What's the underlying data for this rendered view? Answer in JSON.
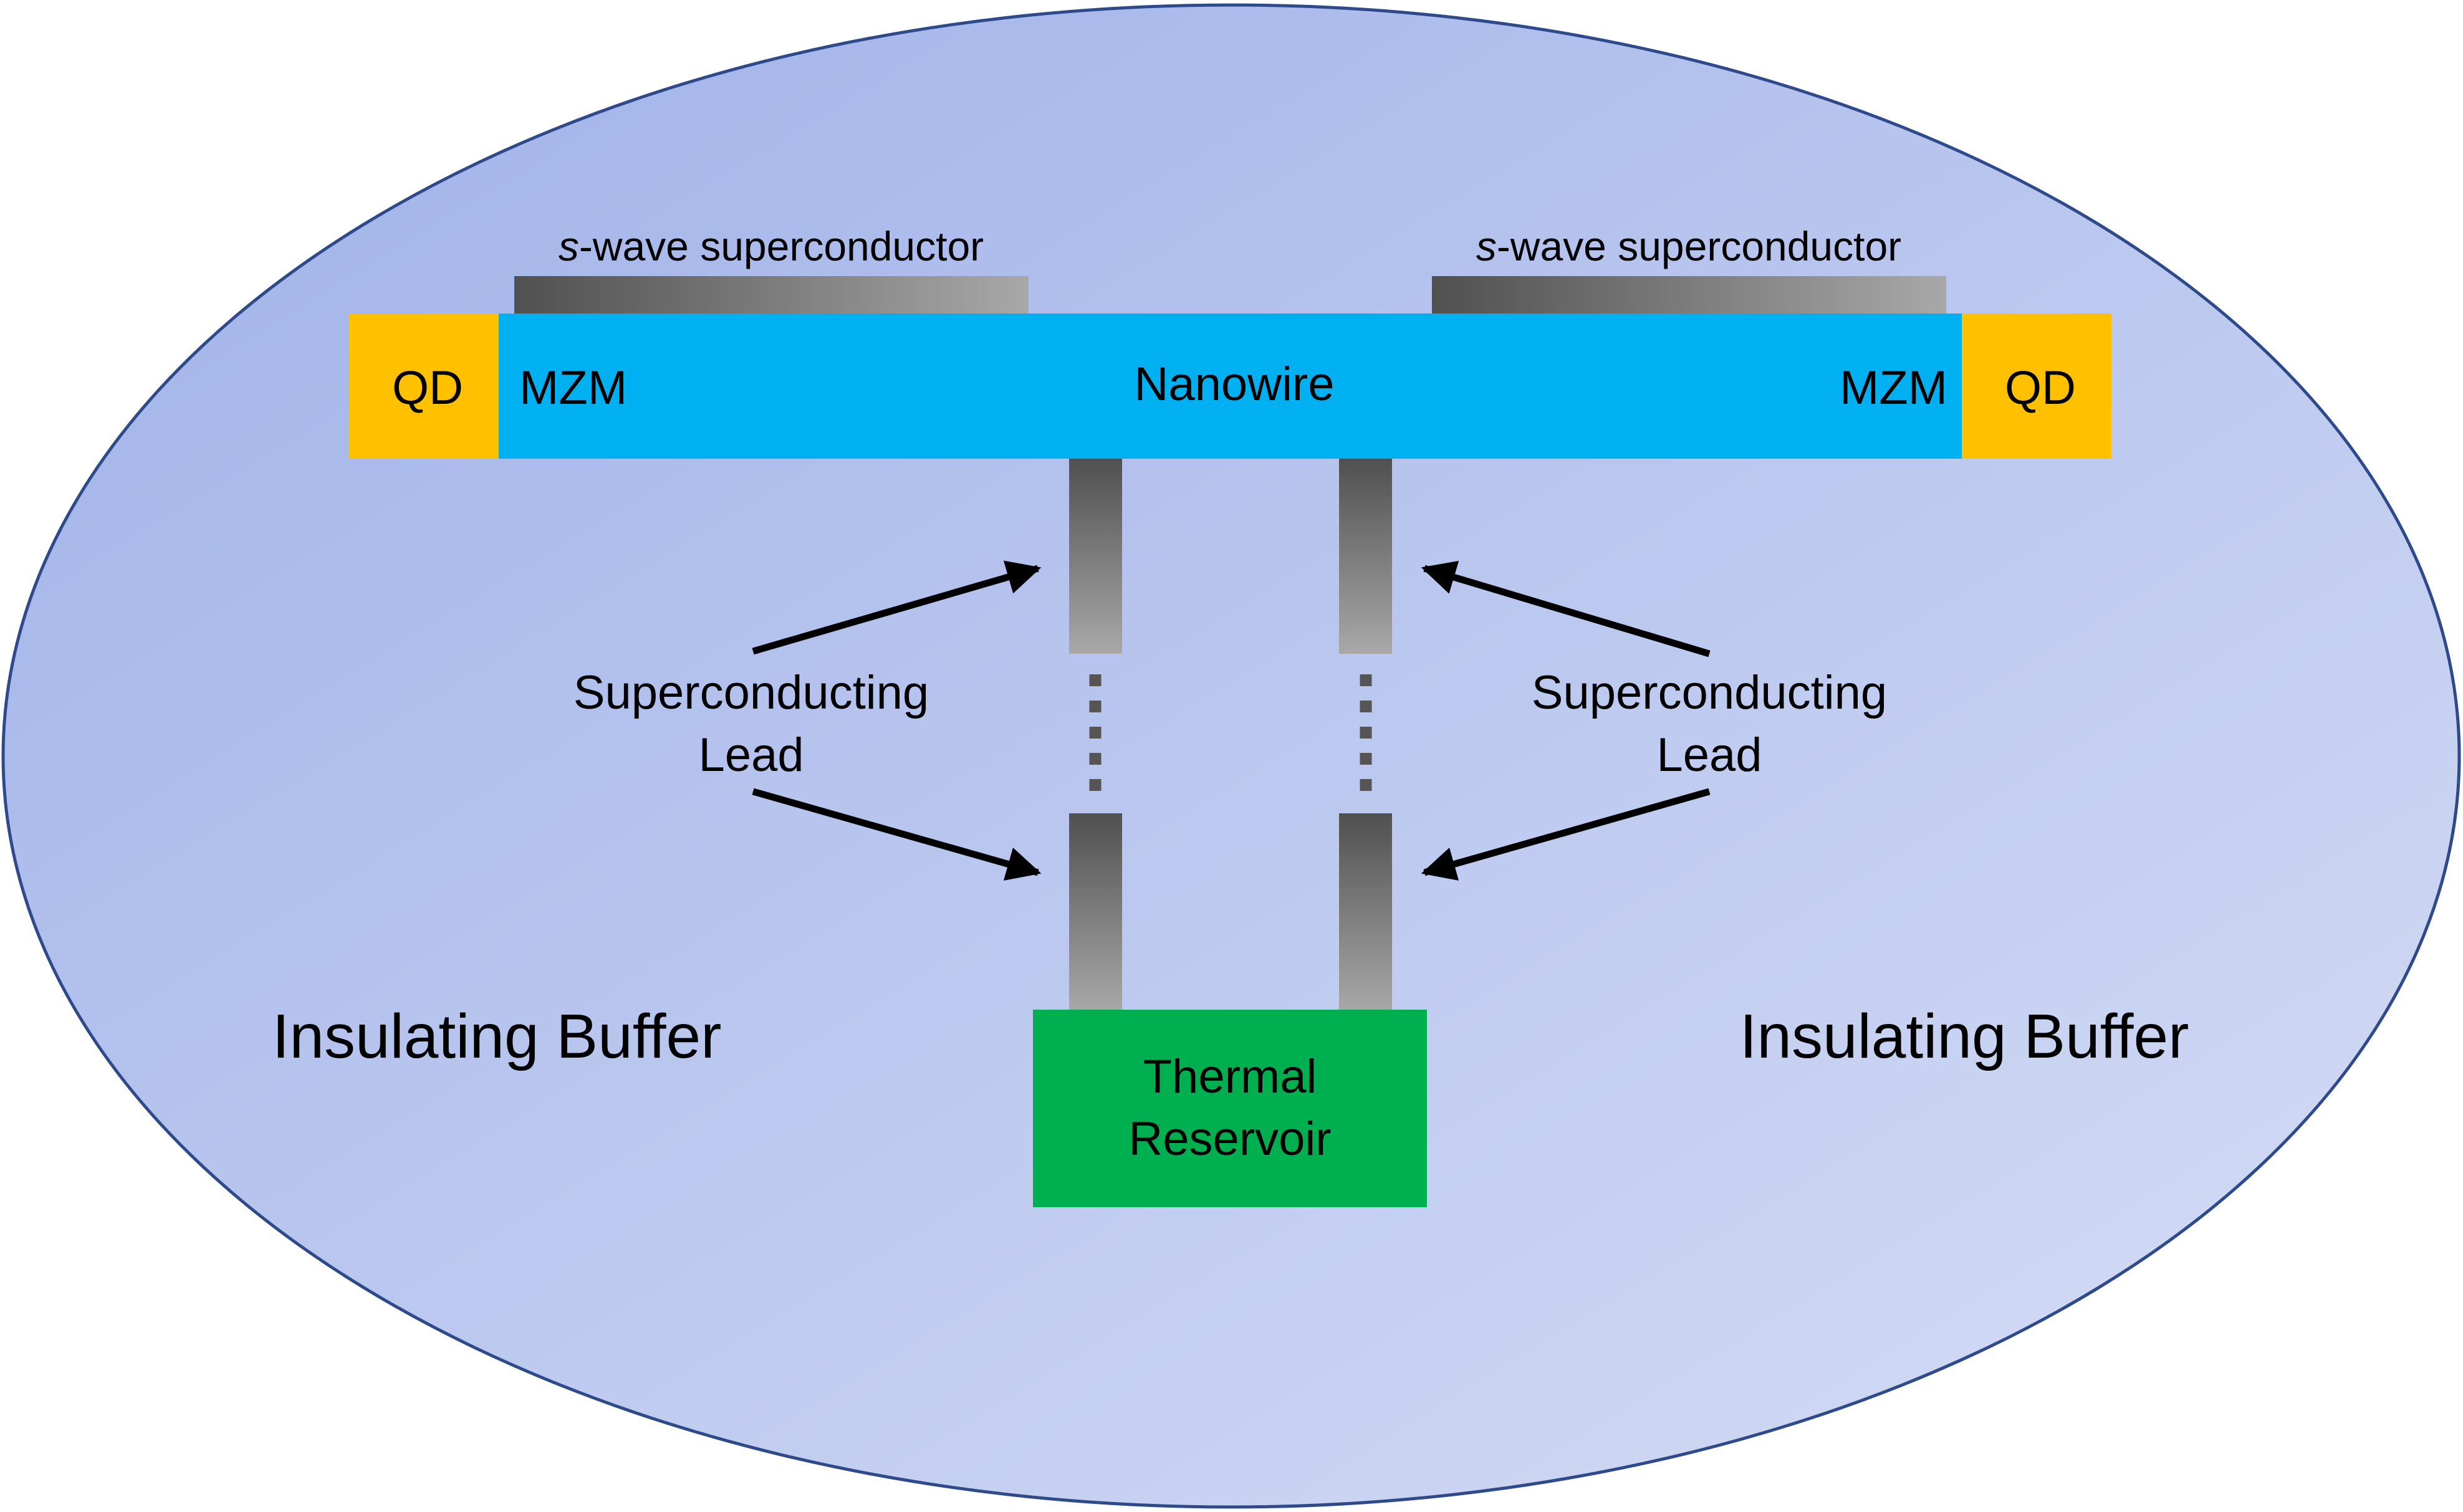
{
  "colors": {
    "buffer_gradient_start": "#9eb0e8",
    "buffer_gradient_end": "#d6def5",
    "buffer_border": "#2f4a8a",
    "nanowire": "#00b0f0",
    "quantum_dot": "#ffc000",
    "thermal_reservoir": "#00b050",
    "superconductor_dark": "#505050",
    "superconductor_light": "#a8a8a8",
    "arrow": "#000000",
    "dots": "#555555"
  },
  "buffer": {
    "left_label": "Insulating Buffer",
    "right_label": "Insulating Buffer"
  },
  "superconductors": {
    "left_prefix": "s",
    "left_suffix": "-wave superconductor",
    "right_prefix": "s",
    "right_suffix": "-wave superconductor"
  },
  "nanowire": {
    "label": "Nanowire",
    "left_mzm": "MZM",
    "right_mzm": "MZM",
    "left_qd": "QD",
    "right_qd": "QD"
  },
  "leads": {
    "left_label_line1": "Superconducting",
    "left_label_line2": "Lead",
    "right_label_line1": "Superconducting",
    "right_label_line2": "Lead"
  },
  "reservoir": {
    "line1": "Thermal",
    "line2": "Reservoir"
  }
}
